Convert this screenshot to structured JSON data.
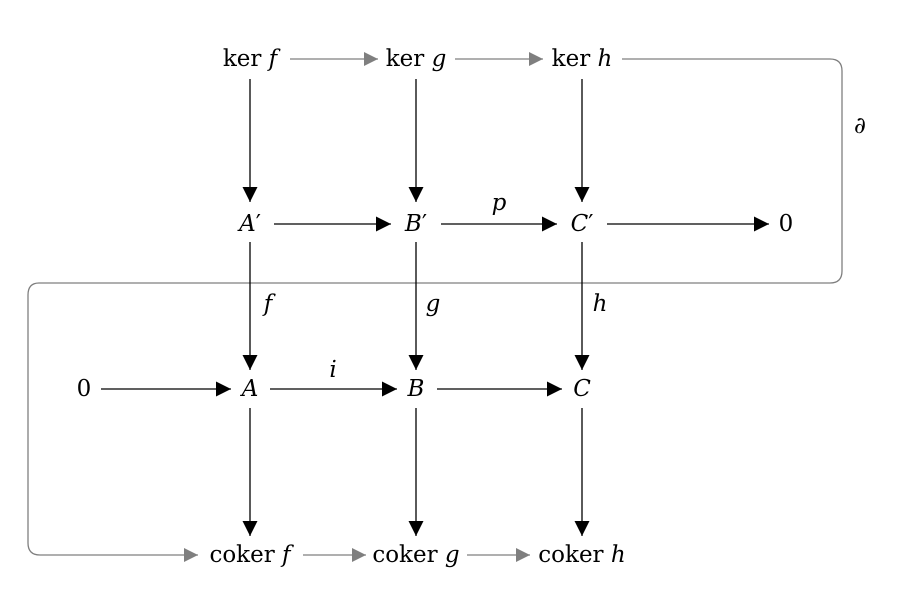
{
  "nodes": {
    "ker_f": {
      "op": "ker",
      "sym": "f"
    },
    "ker_g": {
      "op": "ker",
      "sym": "g"
    },
    "ker_h": {
      "op": "ker",
      "sym": "h"
    },
    "A_prime": {
      "sym": "A",
      "prime": "′"
    },
    "B_prime": {
      "sym": "B",
      "prime": "′"
    },
    "C_prime": {
      "sym": "C",
      "prime": "′"
    },
    "zero_right": "0",
    "zero_left": "0",
    "A": "A",
    "B": "B",
    "C": "C",
    "coker_f": {
      "op": "coker",
      "sym": "f"
    },
    "coker_g": {
      "op": "coker",
      "sym": "g"
    },
    "coker_h": {
      "op": "coker",
      "sym": "h"
    }
  },
  "edge_labels": {
    "f": "f",
    "g": "g",
    "h": "h",
    "p": "p",
    "i": "i",
    "boundary": "∂"
  },
  "colors": {
    "main_arrows": "#000000",
    "connecting_arrows": "#7f7f7f"
  }
}
